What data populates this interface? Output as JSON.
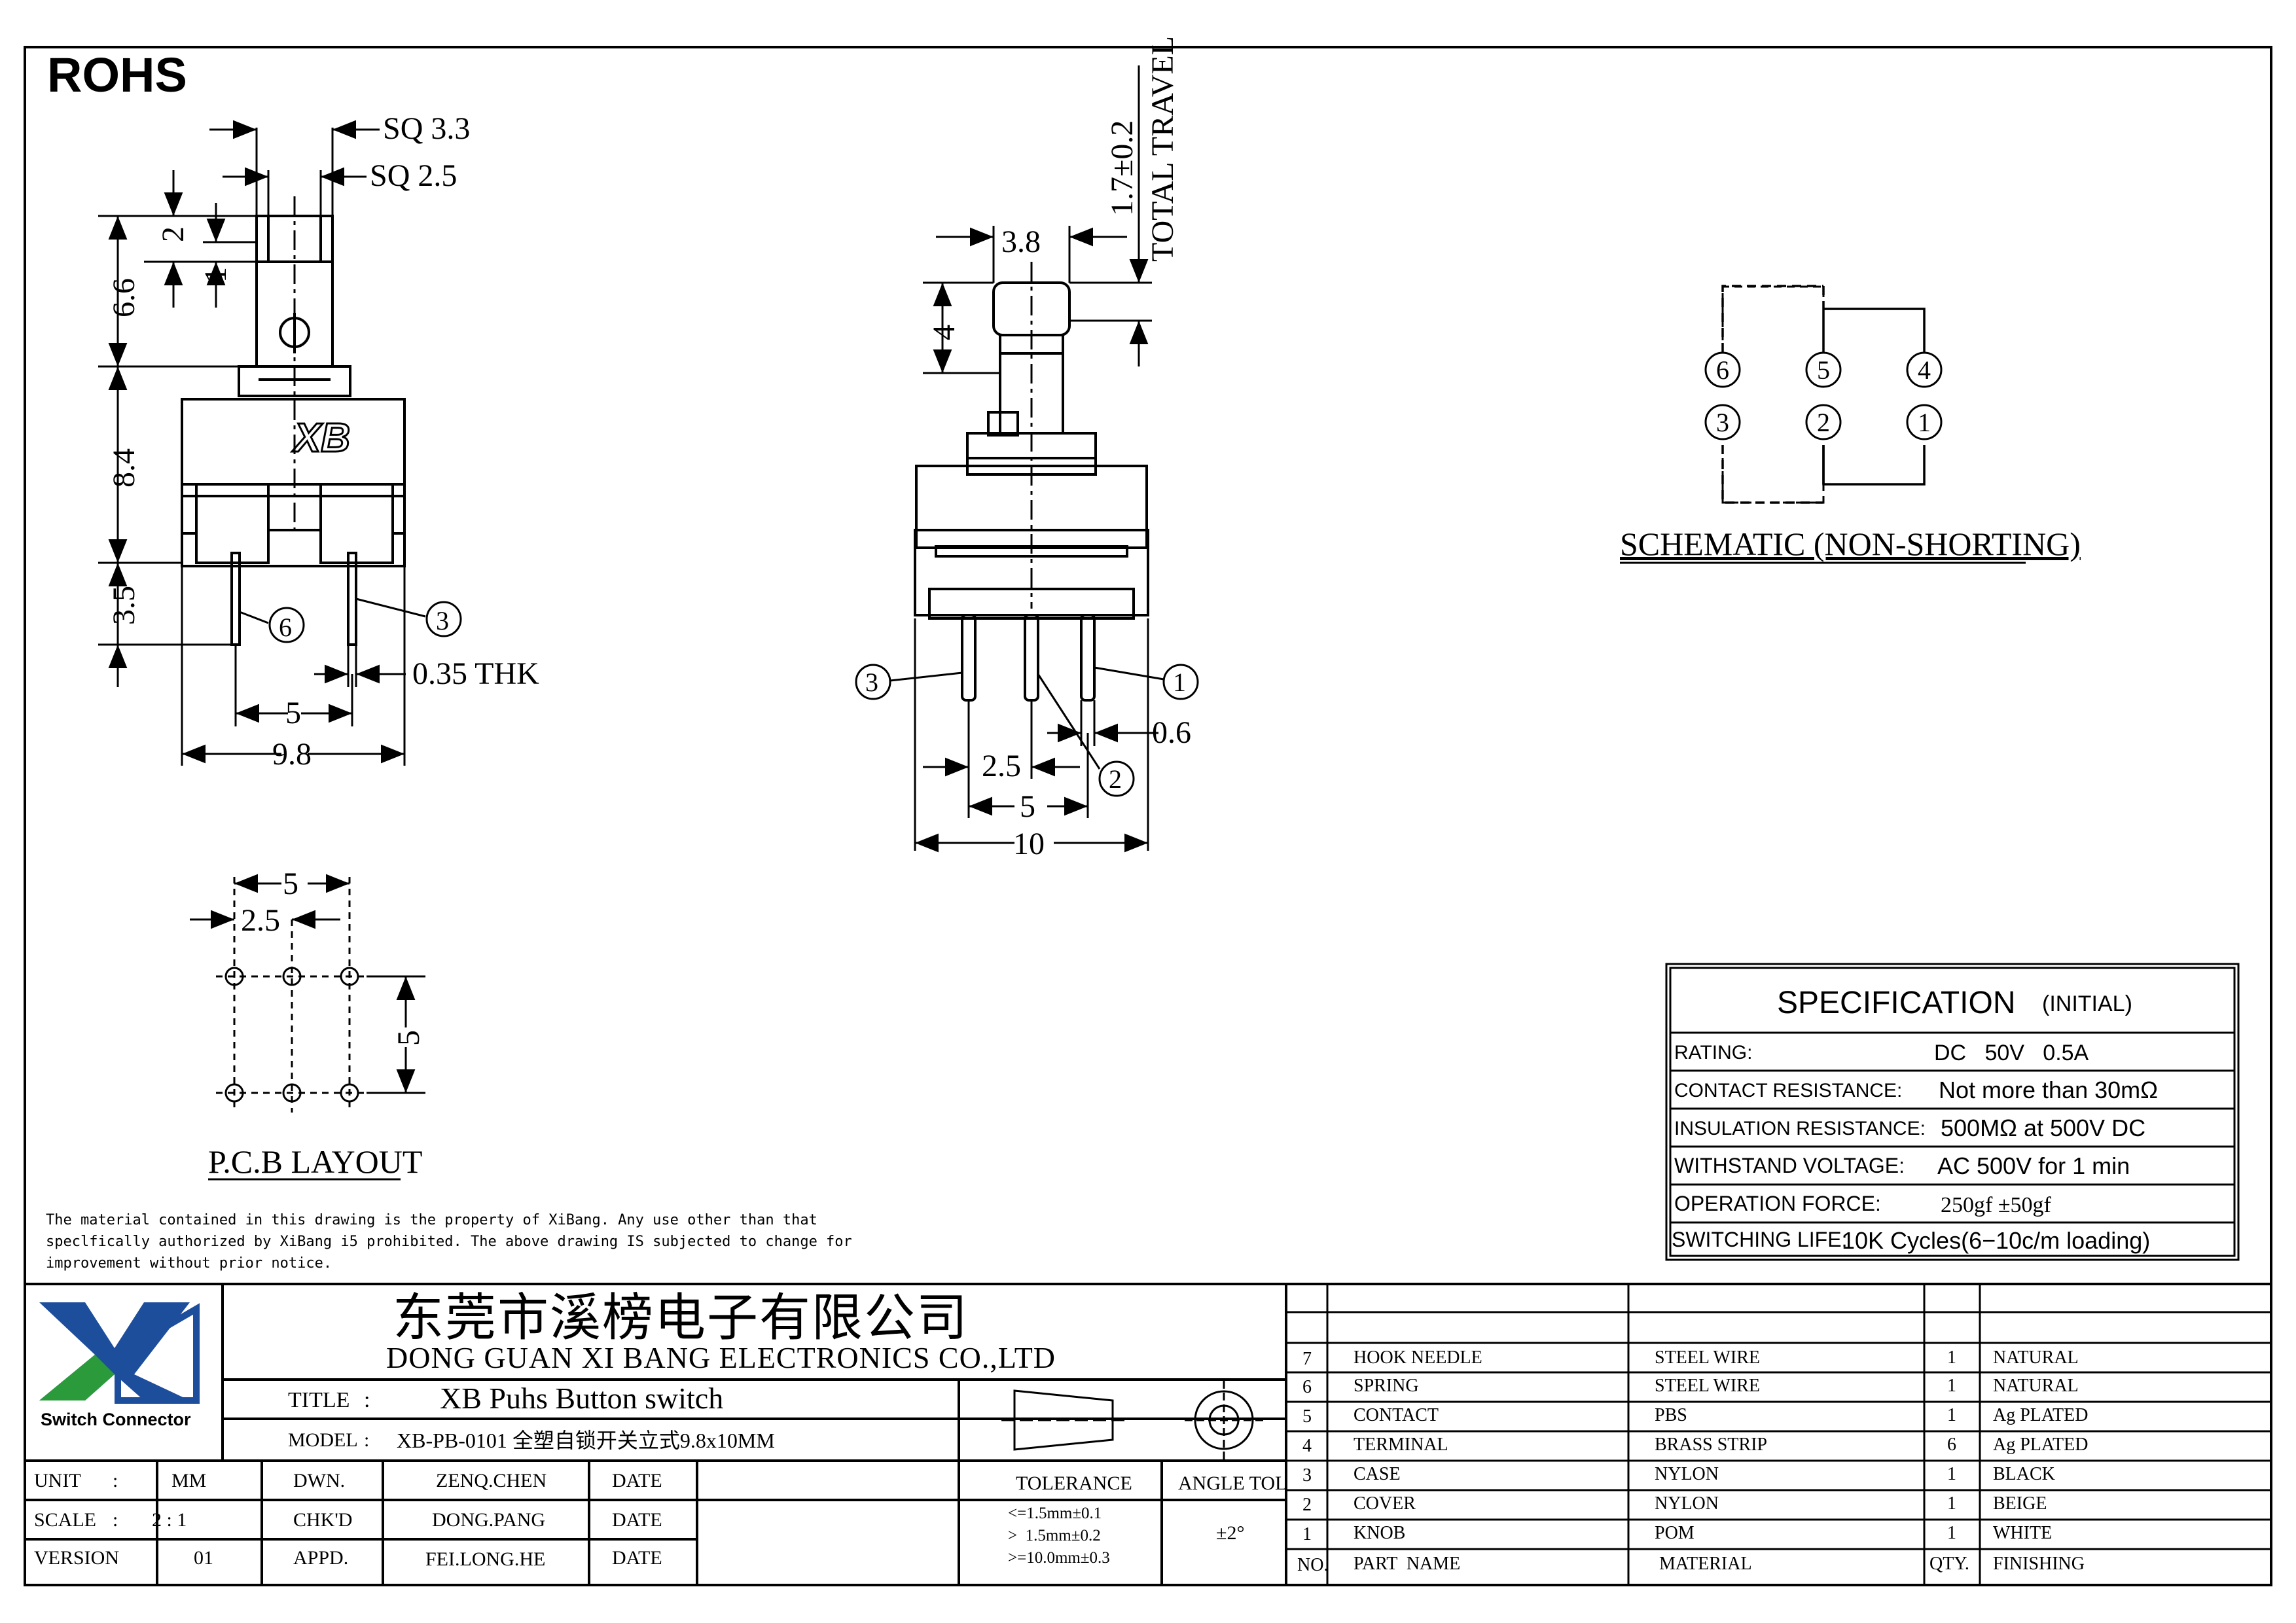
{
  "rohs": "ROHS",
  "side_view": {
    "sq_outer": "SQ 3.3",
    "sq_inner": "SQ 2.5",
    "dim_2": "2",
    "dim_1": "1",
    "dim_6_6": "6.6",
    "dim_8_4": "8.4",
    "dim_3_5": "3.5",
    "thk": "0.35 THK",
    "dim_5": "5",
    "dim_9_8": "9.8",
    "pin_6": "6",
    "pin_3": "3",
    "logo_mark": "XB"
  },
  "front_view": {
    "dim_3_8": "3.8",
    "dim_4": "4",
    "travel_value": "1.7±0.2",
    "travel_label": "TOTAL TRAVEL",
    "pin_3": "3",
    "pin_2": "2",
    "pin_1": "1",
    "dim_0_6": "0.6",
    "dim_2_5": "2.5",
    "dim_5": "5",
    "dim_10": "10"
  },
  "schematic": {
    "top_pins": [
      "6",
      "5",
      "4"
    ],
    "bottom_pins": [
      "3",
      "2",
      "1"
    ],
    "title": "SCHEMATIC (NON-SHORTING)"
  },
  "pcb_layout": {
    "dim_5_top": "5",
    "dim_2_5": "2.5",
    "dim_5_side": "5",
    "title": "P.C.B LAYOUT"
  },
  "specification": {
    "title": "SPECIFICATION",
    "subtitle": "(INITIAL)",
    "rows": [
      {
        "label": "RATING:",
        "value": "DC   50V   0.5A"
      },
      {
        "label": "CONTACT RESISTANCE:",
        "value": "Not more than 30mΩ"
      },
      {
        "label": "INSULATION RESISTANCE:",
        "value": "500MΩ at 500V DC"
      },
      {
        "label": "WITHSTAND VOLTAGE:",
        "value": "AC 500V for 1 min"
      },
      {
        "label": "OPERATION FORCE:",
        "value": "250gf ±50gf"
      },
      {
        "label": "SWITCHING LIFE:",
        "value": "10K Cycles(6−10c/m loading)"
      }
    ]
  },
  "notice": [
    "The material contained in this drawing is the property of XiBang. Any use other than that",
    "speclfically authorized by XiBang i5 prohibited. The above drawing IS subjected to change for",
    "improvement without prior notice."
  ],
  "title_block": {
    "logo_text": "XB",
    "logo_caption": "Switch Connector",
    "company_cn": "东莞市溪榜电子有限公司",
    "company_en": "DONG GUAN XI BANG ELECTRONICS CO.,LTD",
    "title_label": "TITLE",
    "title_value": "XB Puhs Button switch",
    "model_label": "MODEL",
    "model_value": "XB-PB-0101 全塑自锁开关立式9.8x10MM",
    "unit_label": "UNIT",
    "unit_value": "MM",
    "scale_label": "SCALE",
    "scale_value": "2 : 1",
    "version_label": "VERSION",
    "version_value": "01",
    "dwn_label": "DWN.",
    "dwn_value": "ZENQ.CHEN",
    "chk_label": "CHK'D",
    "chk_value": "DONG.PANG",
    "appd_label": "APPD.",
    "appd_value": "FEI.LONG.HE",
    "date_label": "DATE",
    "tolerance_label": "TOLERANCE",
    "tolerance_lines": [
      "<=1.5mm±0.1",
      ">  1.5mm±0.2",
      ">=10.0mm±0.3"
    ],
    "angle_label": "ANGLE TOL",
    "angle_value": "±2°"
  },
  "bom": {
    "headers": {
      "no": "NO.",
      "part": "PART  NAME",
      "material": "MATERIAL",
      "qty": "QTY.",
      "finishing": "FINISHING"
    },
    "rows": [
      {
        "no": "7",
        "part": "HOOK NEEDLE",
        "material": "STEEL WIRE",
        "qty": "1",
        "finishing": "NATURAL"
      },
      {
        "no": "6",
        "part": "SPRING",
        "material": "STEEL WIRE",
        "qty": "1",
        "finishing": "NATURAL"
      },
      {
        "no": "5",
        "part": "CONTACT",
        "material": "PBS",
        "qty": "1",
        "finishing": "Ag PLATED"
      },
      {
        "no": "4",
        "part": "TERMINAL",
        "material": "BRASS STRIP",
        "qty": "6",
        "finishing": "Ag PLATED"
      },
      {
        "no": "3",
        "part": "CASE",
        "material": "NYLON",
        "qty": "1",
        "finishing": "BLACK"
      },
      {
        "no": "2",
        "part": "COVER",
        "material": "NYLON",
        "qty": "1",
        "finishing": "BEIGE"
      },
      {
        "no": "1",
        "part": "KNOB",
        "material": "POM",
        "qty": "1",
        "finishing": "WHITE"
      }
    ]
  },
  "colors": {
    "line": "#000000",
    "logo_blue": "#1d4e9c",
    "logo_green": "#2a9a3a"
  }
}
